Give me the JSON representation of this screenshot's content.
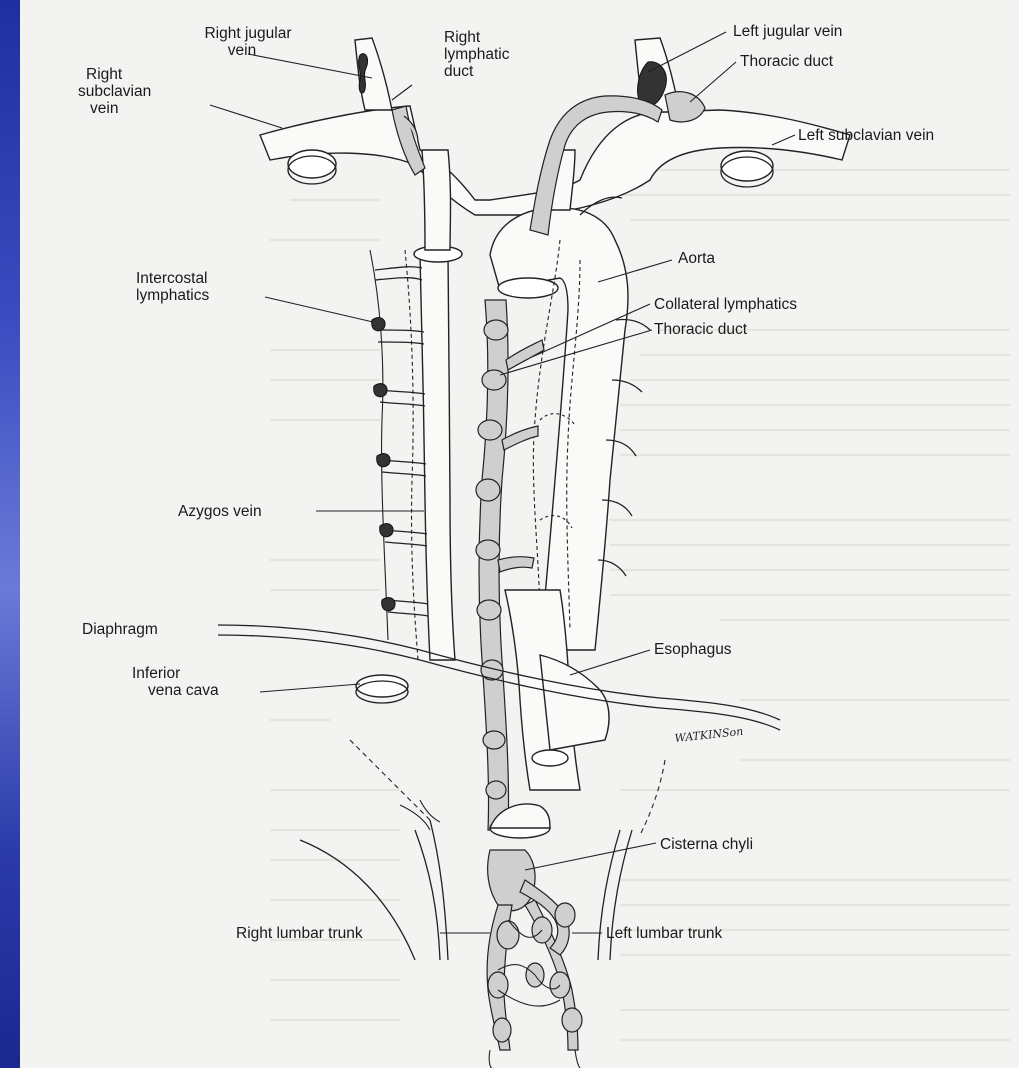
{
  "labels": {
    "right_jugular_line1": "Right jugular",
    "right_jugular_line2": "vein",
    "right_lymphatic_line1": "Right",
    "right_lymphatic_line2": "lymphatic",
    "right_lymphatic_line3": "duct",
    "right_subclavian_line1": "Right",
    "right_subclavian_line2": "subclavian",
    "right_subclavian_line3": "vein",
    "left_jugular": "Left jugular vein",
    "thoracic_duct_top": "Thoracic duct",
    "left_subclavian": "Left subclavian vein",
    "aorta": "Aorta",
    "intercostal_line1": "Intercostal",
    "intercostal_line2": "lymphatics",
    "collateral_lymphatics": "Collateral lymphatics",
    "thoracic_duct_mid": "Thoracic duct",
    "azygos_vein": "Azygos vein",
    "diaphragm": "Diaphragm",
    "esophagus": "Esophagus",
    "inferior_vena_cava_line1": "Inferior",
    "inferior_vena_cava_line2": "vena cava",
    "cisterna_chyli": "Cisterna chyli",
    "right_lumbar_trunk": "Right lumbar trunk",
    "left_lumbar_trunk": "Left lumbar trunk"
  },
  "signature": "WATKINSon",
  "colors": {
    "slide_background": "#2a3aa8",
    "page": "#f3f3f1",
    "ink": "#1a1a1a"
  }
}
